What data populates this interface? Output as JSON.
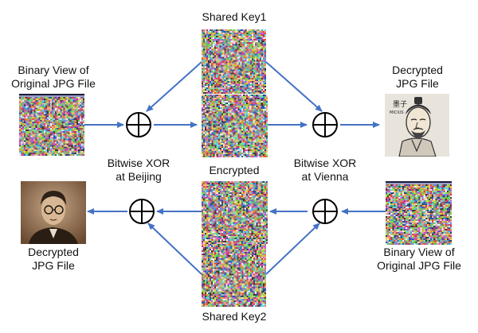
{
  "labels": {
    "shared_key1": "Shared Key1",
    "shared_key2": "Shared Key2",
    "binary_view_left": [
      "Binary View of",
      "Original JPG File"
    ],
    "binary_view_right": [
      "Binary View of",
      "Original JPG File"
    ],
    "decrypted_top": [
      "Decrypted",
      "JPG File"
    ],
    "decrypted_bottom": [
      "Decrypted",
      "JPG File"
    ],
    "xor_beijing": [
      "Bitwise XOR",
      "at Beijing"
    ],
    "xor_vienna": [
      "Bitwise XOR",
      "at Vienna"
    ],
    "encrypted": "Encrypted"
  },
  "portrait_top_caption": "墨子",
  "portrait_top_subcaption": "MICIUS",
  "colors": {
    "arrow": "#4472C4",
    "xor_symbol": "#000000",
    "portrait_top_bg": "#e8e4dc",
    "portrait_bottom_bg": "#8a6a4c"
  }
}
